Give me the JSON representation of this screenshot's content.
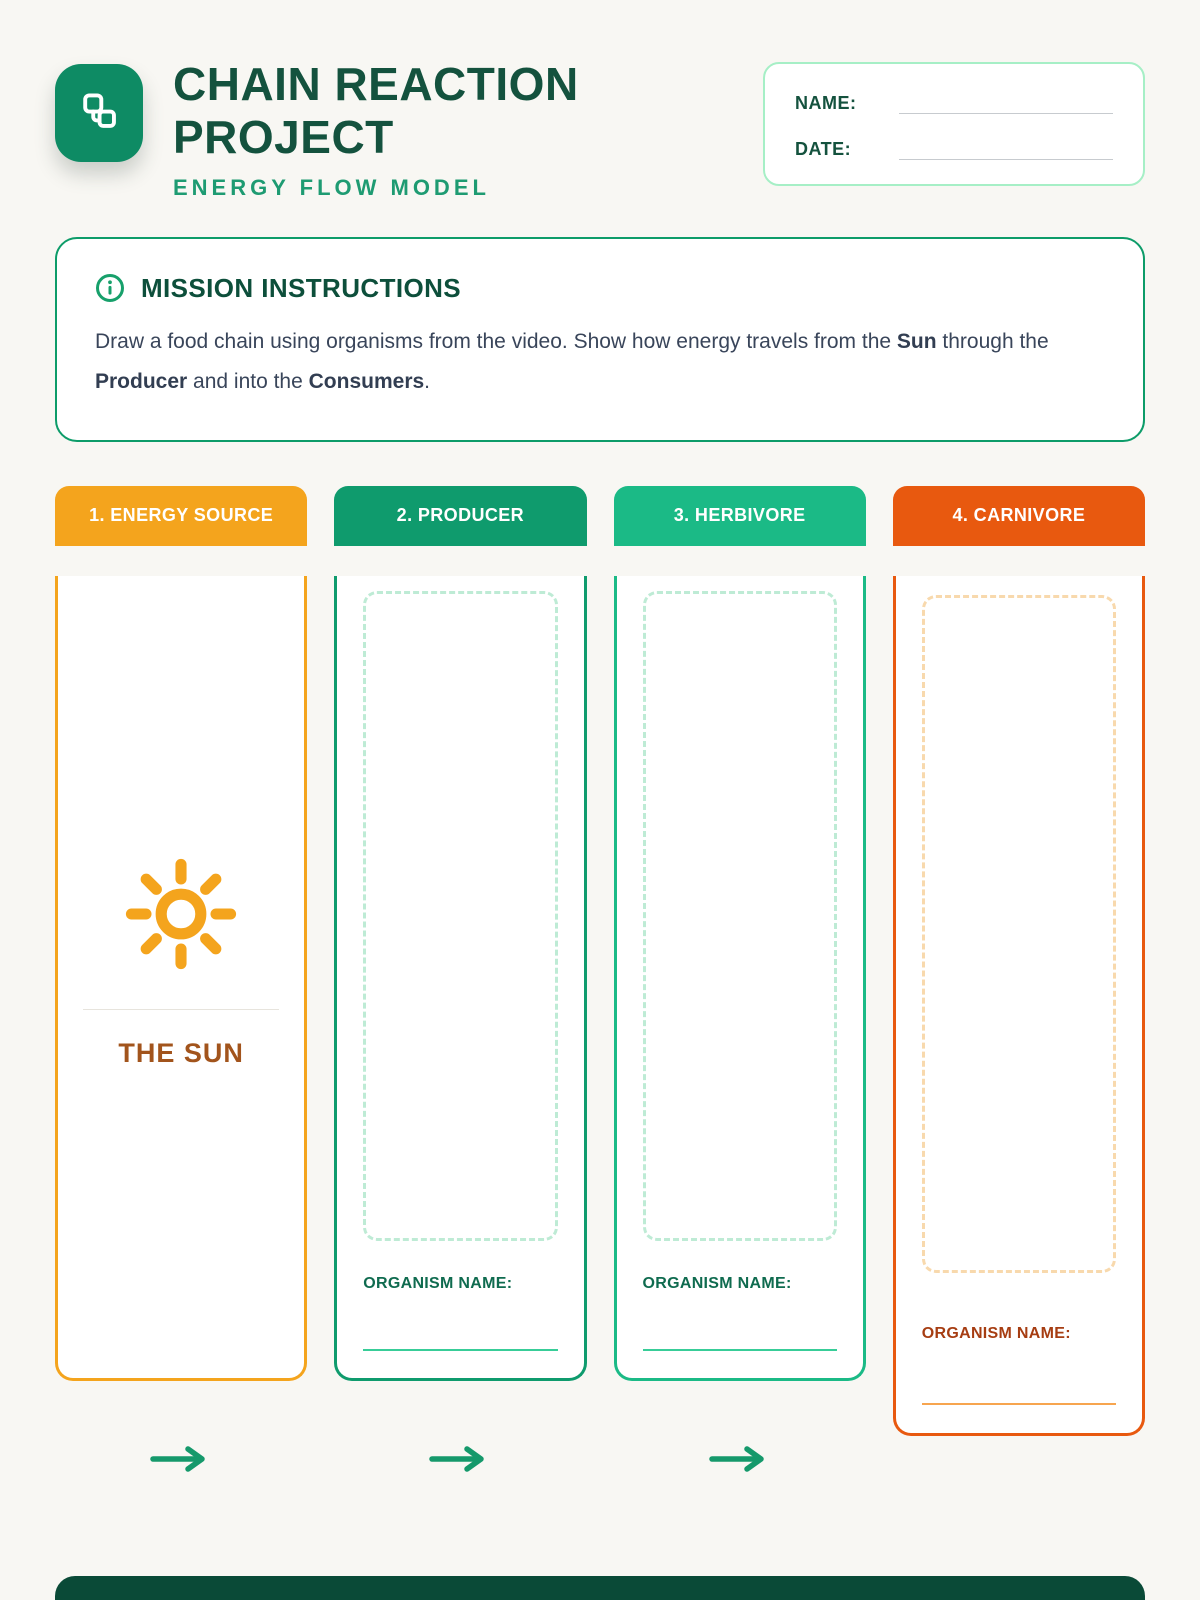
{
  "header": {
    "title_line1": "CHAIN REACTION",
    "title_line2": "PROJECT",
    "subtitle": "ENERGY FLOW MODEL",
    "logo_icon": "chain-link-icon",
    "name_label": "NAME:",
    "date_label": "DATE:"
  },
  "instructions": {
    "icon": "info-icon",
    "title": "MISSION INSTRUCTIONS",
    "segments": [
      {
        "text": "Draw a food chain using organisms from the video. Show how energy travels from the "
      },
      {
        "text": "Sun",
        "bold": true
      },
      {
        "text": " through the "
      },
      {
        "text": "Producer",
        "bold": true
      },
      {
        "text": " and into the "
      },
      {
        "text": "Consumers",
        "bold": true
      },
      {
        "text": "."
      }
    ]
  },
  "columns": [
    {
      "header": "1. ENERGY SOURCE",
      "header_color": "#F4A41D",
      "icon": "sun-icon",
      "item_label": "THE SUN"
    },
    {
      "header": "2. PRODUCER",
      "header_color": "#0F9B6D",
      "organism_label": "ORGANISM NAME:"
    },
    {
      "header": "3. HERBIVORE",
      "header_color": "#1BBA86",
      "organism_label": "ORGANISM NAME:"
    },
    {
      "header": "4. CARNIVORE",
      "header_color": "#E8590F",
      "organism_label": "ORGANISM NAME:"
    }
  ],
  "flow_arrows": {
    "icon": "right-arrow-icon",
    "count": 3,
    "color": "#15996B"
  },
  "colors": {
    "page_background": "#F8F7F3",
    "title_green": "#14523E",
    "subtitle_green": "#1E9B72",
    "logo_green": "#0E8B64",
    "mission_border": "#0D9C69",
    "body_text": "#39455A",
    "name_box_border": "#A6EFC6",
    "sun_icon_orange": "#F4A41D",
    "sun_label_brown": "#A2541C",
    "dashed_mint": "#BEEBD5",
    "dashed_peach": "#F8D9AD",
    "organism_label_green": "#0F6B4F",
    "organism_label_red": "#A63D12",
    "underline_mint": "#38CD98",
    "underline_orange": "#F7A54F",
    "footer_bar_green": "#0A4A37"
  }
}
